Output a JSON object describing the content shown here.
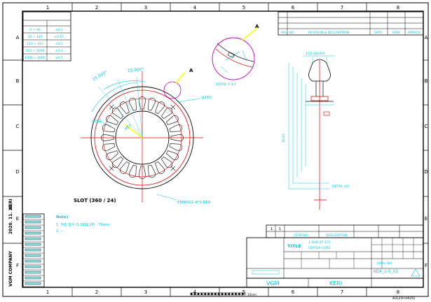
{
  "frame": {
    "col_numbers": [
      "1",
      "2",
      "3",
      "4",
      "5",
      "6",
      "7",
      "8"
    ],
    "row_letters": [
      "A",
      "B",
      "C",
      "D",
      "E",
      "F"
    ],
    "sheet_size": "A3(297x420)"
  },
  "tolerance_table": {
    "header": [
      "",
      ""
    ],
    "rows": [
      [
        "0 ~ 30",
        "±0.1"
      ],
      [
        "30 ~ 120",
        "±0.15"
      ],
      [
        "120 ~ 315",
        "±0.2"
      ],
      [
        "315 ~ 1000",
        "±0.3"
      ],
      [
        "1000 ~ 2000",
        "±0.5"
      ]
    ]
  },
  "revision_block": {
    "headers": [
      "REV. NO.",
      "REVISION & DESCRIPTION",
      "DATE",
      "SIGN",
      "APPROV."
    ]
  },
  "main_view": {
    "dims": {
      "angle1": "15.000°",
      "angle2": "15.000°",
      "outer_dia": "ø160",
      "inner_dia_left": "ø150",
      "inner_dia": "ø87"
    },
    "detail_marker": "A",
    "slot_label": "SLOT (360 / 24)",
    "emboss_label": "EMBOSS 4*1-BEA"
  },
  "detail_a": {
    "marker": "A",
    "label": "DETAIL A 3/1"
  },
  "slot_profile": {
    "top_dim": "13(1384/64)",
    "side_dim": "16.65",
    "label": "DETAIL 4/1"
  },
  "notes": {
    "heading": "Note)",
    "lines": [
      "1. 적층 높이 (1.5KW 2P) : 70mm",
      "2. ---"
    ]
  },
  "side_strip": {
    "date": "2020. 11. 20",
    "company": "VGM  COMPANY",
    "logo": "KERI"
  },
  "title_block": {
    "item_no": "ITEM NO.",
    "description": "DESCRIPTION",
    "title_label": "TITLE",
    "title_line1": "1.5kW 2P 모터",
    "title_line2": "STATOR CORE",
    "dwg_no_label": "DWG. NO.",
    "dwg_no": "KEA_1-5_01",
    "vgm": "VGM",
    "keri": "KERI"
  },
  "scale_bar_label": "10mm"
}
